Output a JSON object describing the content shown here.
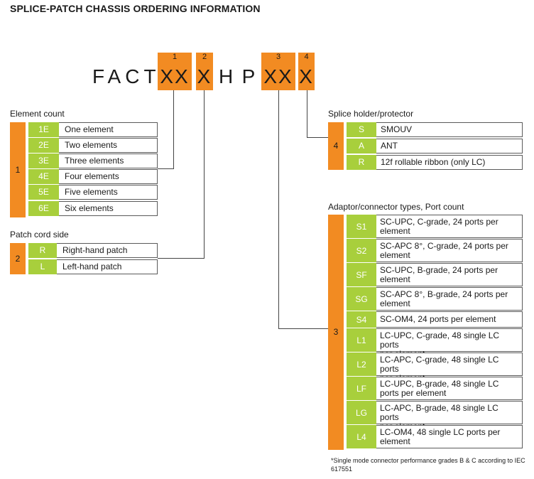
{
  "title": "SPLICE-PATCH CHASSIS ORDERING INFORMATION",
  "code": {
    "prefix": "FACT-",
    "h": "H",
    "p": "P",
    "boxes": [
      {
        "num": "1",
        "chars": "XX"
      },
      {
        "num": "2",
        "chars": "X"
      },
      {
        "num": "3",
        "chars": "XX"
      },
      {
        "num": "4",
        "chars": "X"
      }
    ]
  },
  "element_count": {
    "label": "Element count",
    "num": "1",
    "rows": [
      {
        "code": "1E",
        "desc": "One element"
      },
      {
        "code": "2E",
        "desc": "Two elements"
      },
      {
        "code": "3E",
        "desc": "Three elements"
      },
      {
        "code": "4E",
        "desc": "Four elements"
      },
      {
        "code": "5E",
        "desc": "Five elements"
      },
      {
        "code": "6E",
        "desc": "Six elements"
      }
    ]
  },
  "patch_cord": {
    "label": "Patch cord side",
    "num": "2",
    "rows": [
      {
        "code": "R",
        "desc": "Right-hand patch"
      },
      {
        "code": "L",
        "desc": "Left-hand patch"
      }
    ]
  },
  "splice_holder": {
    "label": "Splice holder/protector",
    "num": "4",
    "rows": [
      {
        "code": "S",
        "desc": "SMOUV"
      },
      {
        "code": "A",
        "desc": "ANT"
      },
      {
        "code": "R",
        "desc": "12f rollable ribbon (only LC)"
      }
    ]
  },
  "adaptor": {
    "label": "Adaptor/connector types, Port count",
    "num": "3",
    "rows": [
      {
        "code": "S1",
        "line1": "SC-UPC, C-grade, 24 ports per",
        "line2": "element"
      },
      {
        "code": "S2",
        "line1": "SC-APC 8°, C-grade, 24 ports per",
        "line2": "element"
      },
      {
        "code": "SF",
        "line1": "SC-UPC, B-grade, 24 ports per",
        "line2": "element"
      },
      {
        "code": "SG",
        "line1": "SC-APC 8°, B-grade, 24 ports per",
        "line2": "element"
      },
      {
        "code": "S4",
        "line1": "SC-OM4, 24 ports per element",
        "line2": ""
      },
      {
        "code": "L1",
        "line1": "LC-UPC, C-grade, 48 single LC ports",
        "line2": "per element"
      },
      {
        "code": "L2",
        "line1": "LC-APC, C-grade, 48 single LC ports",
        "line2": "per element"
      },
      {
        "code": "LF",
        "line1": "LC-UPC, B-grade, 48 single LC",
        "line2": "ports per element"
      },
      {
        "code": "LG",
        "line1": "LC-APC, B-grade, 48 single LC ports",
        "line2": "per element"
      },
      {
        "code": "L4",
        "line1": "LC-OM4, 48 single LC ports per",
        "line2": "element"
      }
    ]
  },
  "footnote": "*Single mode connector performance grades B & C according to IEC 617551",
  "colors": {
    "orange": "#f28b22",
    "green": "#a8cf3c"
  }
}
